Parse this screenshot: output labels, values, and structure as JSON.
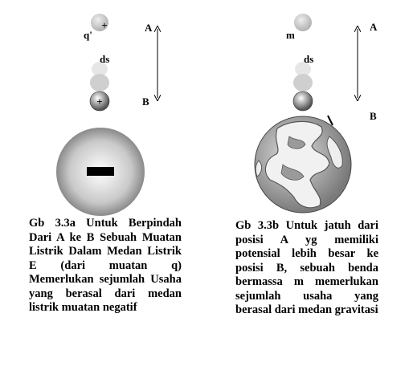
{
  "left_figure": {
    "label_q": "q'",
    "label_ds": "ds",
    "label_a": "A",
    "label_b": "B",
    "charge_plus": "+",
    "caption": "Gb 3.3a Untuk Berpindah Dari A ke B Sebuah Muatan Listrik Dalam Medan Listrik E (dari muatan q) Memerlukan sejumlah Usaha yang berasal dari medan listrik muatan negatif"
  },
  "right_figure": {
    "label_m": "m",
    "label_ds": "ds",
    "label_a": "A",
    "label_b": "B",
    "caption": "Gb 3.3b Untuk jatuh dari posisi A yg memiliki potensial lebih besar ke posisi B, sebuah benda bermassa m memerlukan sejumlah usaha yang berasal dari medan gravitasi"
  }
}
